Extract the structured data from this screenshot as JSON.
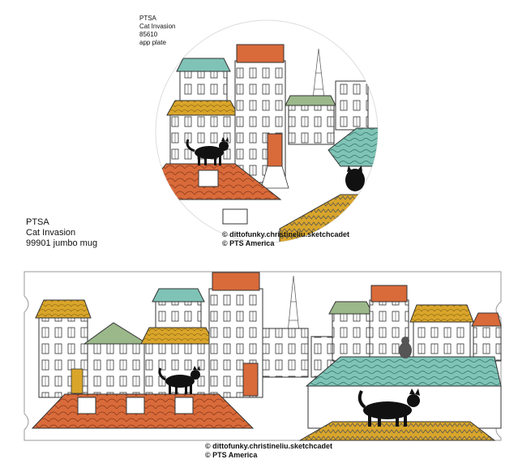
{
  "plate_label": {
    "brand": "PTSA",
    "design": "Cat Invasion",
    "code": "85610",
    "product": "app plate"
  },
  "mug_label": {
    "brand": "PTSA",
    "design": "Cat Invasion",
    "product": "99901 jumbo mug"
  },
  "plate_credit": {
    "line1": "© dittofunky.christineliu.sketchcadet",
    "line2": "© PTS America"
  },
  "mug_credit": {
    "line1": "© dittofunky.christineliu.sketchcadet",
    "line2": "© PTS America"
  },
  "colors": {
    "orange_roof": "#d96a3a",
    "teal_roof": "#7fc3b6",
    "mustard_roof": "#d9a52a",
    "green_roof": "#9bb88a",
    "outline": "#333333",
    "cat": "#111111"
  }
}
